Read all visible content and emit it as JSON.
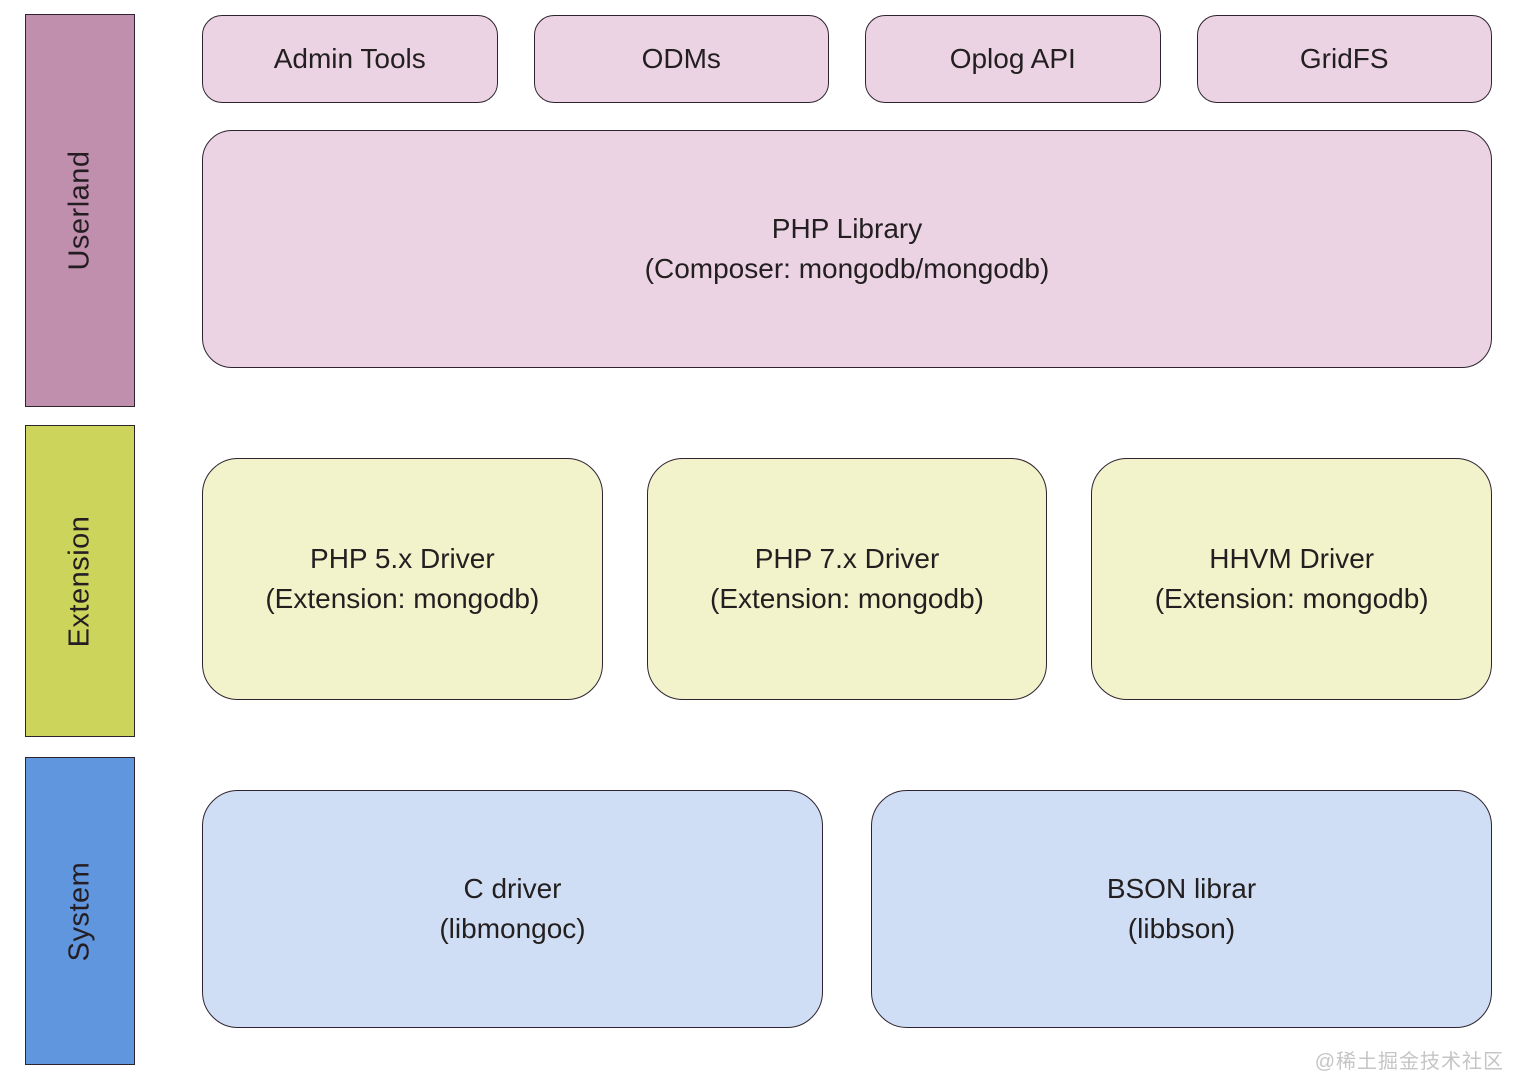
{
  "colors": {
    "userland-bar": "#c08fae",
    "extension-bar": "#cdd45c",
    "system-bar": "#6096dd",
    "pink-fill": "#ebd3e3",
    "yellow-fill": "#f2f2cb",
    "blue-fill": "#cfdef4",
    "border": "#2e2430",
    "text": "#231f20",
    "watermark": "#c5c5c5"
  },
  "layers": [
    {
      "label": "Userland"
    },
    {
      "label": "Extension"
    },
    {
      "label": "System"
    }
  ],
  "userland": {
    "top_boxes": [
      {
        "label": "Admin Tools"
      },
      {
        "label": "ODMs"
      },
      {
        "label": "Oplog API"
      },
      {
        "label": "GridFS"
      }
    ],
    "php_library": {
      "line1": "PHP Library",
      "line2": "(Composer: mongodb/mongodb)"
    }
  },
  "extension": {
    "boxes": [
      {
        "line1": "PHP 5.x Driver",
        "line2": "(Extension: mongodb)"
      },
      {
        "line1": "PHP 7.x Driver",
        "line2": "(Extension: mongodb)"
      },
      {
        "line1": "HHVM Driver",
        "line2": "(Extension: mongodb)"
      }
    ]
  },
  "system": {
    "boxes": [
      {
        "line1": "C driver",
        "line2": "(libmongoc)"
      },
      {
        "line1": "BSON librar",
        "line2": "(libbson)"
      }
    ]
  },
  "watermark": "@稀土掘金技术社区"
}
